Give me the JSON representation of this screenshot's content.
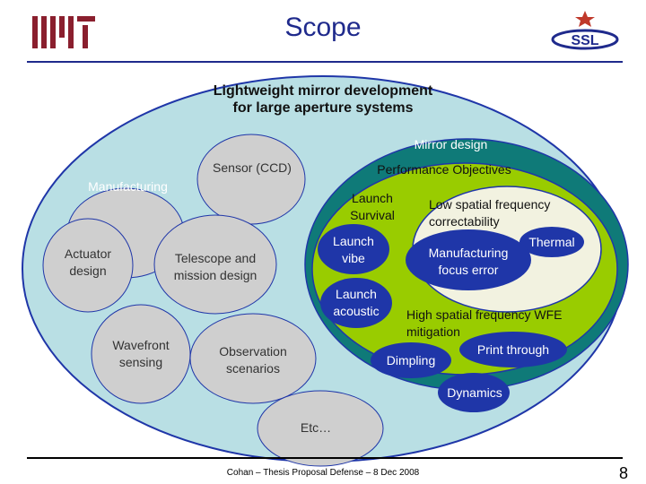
{
  "slide": {
    "title": "Scope",
    "footer": "Cohan – Thesis Proposal Defense – 8 Dec 2008",
    "page_number": "8"
  },
  "logos": {
    "left": "MIT",
    "right": "SSL"
  },
  "colors": {
    "title_blue": "#1f2a8c",
    "outer_ellipse": "#b9dfe4",
    "mirror_design": "#0f7a78",
    "performance_objectives": "#99cc00",
    "performance_inner": "#f2f2e0",
    "blue_ellipse": "#1f36a8",
    "grey_ellipse": "#cfcfcf"
  },
  "diagram": {
    "scope_title": [
      "Lightweight mirror development",
      "for large aperture systems"
    ],
    "mirror_design": "Mirror design",
    "performance_objectives": "Performance Objectives",
    "sensor": "Sensor (CCD)",
    "manufacturing": "Manufacturing",
    "actuator": [
      "Actuator",
      "design"
    ],
    "telescope": [
      "Telescope and",
      "mission design"
    ],
    "wavefront": [
      "Wavefront",
      "sensing"
    ],
    "observation": [
      "Observation",
      "scenarios"
    ],
    "launch_survival": [
      "Launch",
      "Survival"
    ],
    "launch_vibe": [
      "Launch",
      "vibe"
    ],
    "launch_acoustic": [
      "Launch",
      "acoustic"
    ],
    "low_spatial": [
      "Low spatial frequency",
      "correctability"
    ],
    "thermal": "Thermal",
    "manufacturing_focus": [
      "Manufacturing",
      "focus error"
    ],
    "high_spatial": [
      "High spatial frequency WFE",
      "mitigation"
    ],
    "print_through": "Print through",
    "dimpling": "Dimpling",
    "dynamics": "Dynamics",
    "etc": "Etc…"
  }
}
